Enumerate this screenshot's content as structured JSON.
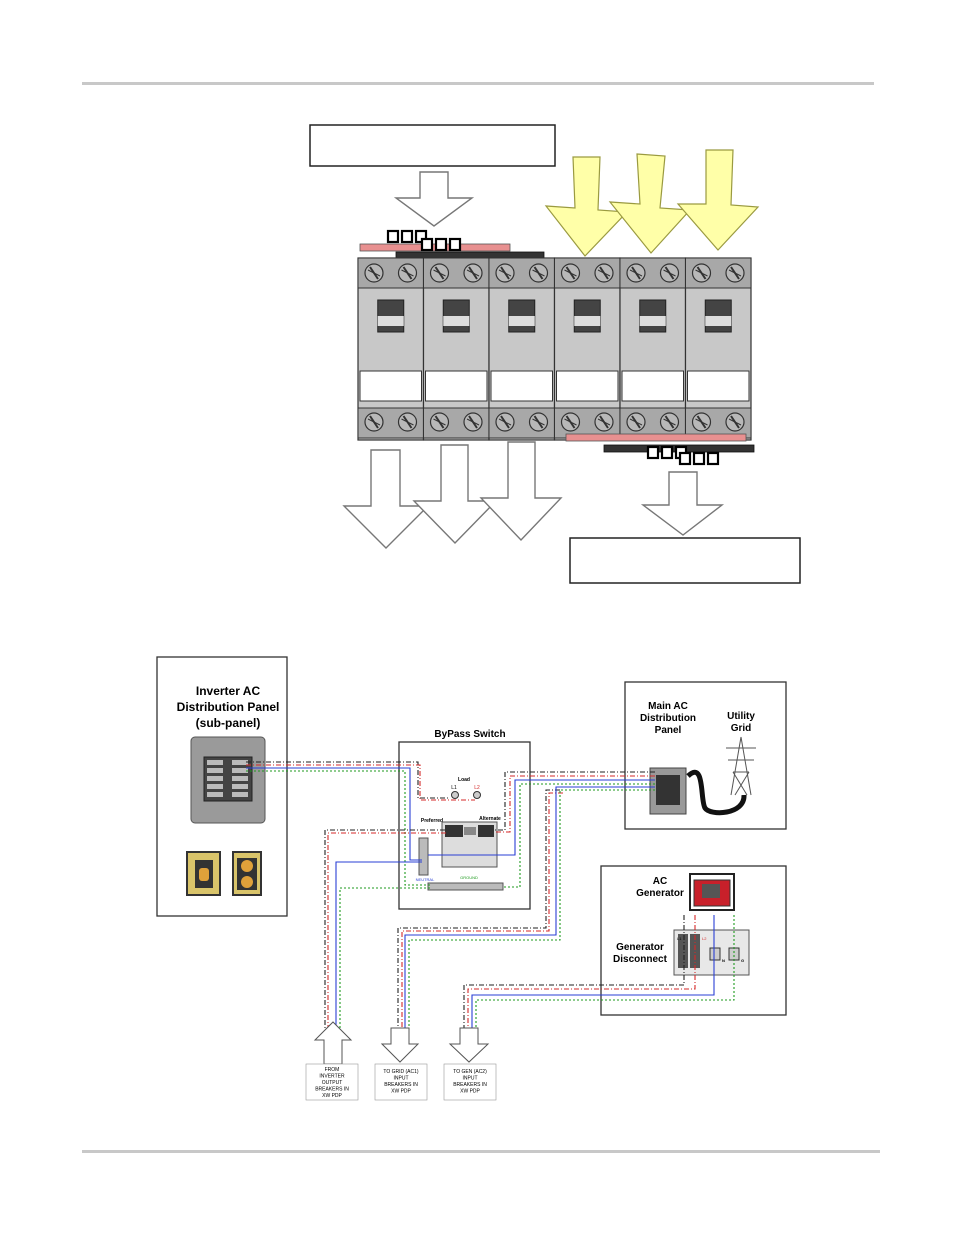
{
  "top_diagram": {
    "top_label_box": "",
    "bottom_label_box": "",
    "breaker_count": 6,
    "arrow_colors": {
      "outline": "#7a7a7a",
      "highlight": "#ffffa8",
      "highlight_border": "#9a9a40"
    }
  },
  "bottom_diagram": {
    "sub_panel": {
      "title_line1": "Inverter AC",
      "title_line2": "Distribution Panel",
      "title_line3": "(sub-panel)"
    },
    "bypass_switch": {
      "title": "ByPass Switch",
      "load_label": "Load",
      "l1": "L1",
      "l2": "L2",
      "preferred": "Preferred",
      "alternate": "Alternate",
      "neutral": "NEUTRAL",
      "ground": "GROUND"
    },
    "main_panel": {
      "line1": "Main AC",
      "line2": "Distribution",
      "line3": "Panel"
    },
    "utility": {
      "line1": "Utility",
      "line2": "Grid"
    },
    "generator": {
      "line1": "AC",
      "line2": "Generator",
      "disconnect1": "Generator",
      "disconnect2": "Disconnect",
      "l1": "L1",
      "l2": "L2",
      "n": "N",
      "g": "G"
    },
    "notes": {
      "from_inverter": [
        "FROM",
        "INVERTER",
        "OUTPUT",
        "BREAKERS IN",
        "XW PDP"
      ],
      "to_grid": [
        "TO GRID (AC1)",
        "INPUT",
        "BREAKERS IN",
        "XW PDP"
      ],
      "to_gen": [
        "TO GEN (AC2)",
        "INPUT",
        "BREAKERS IN",
        "XW PDP"
      ]
    },
    "wire_colors": {
      "l1": "#222222",
      "l2": "#d42a2a",
      "neutral": "#2a3fd4",
      "ground": "#1e9a1e"
    }
  }
}
